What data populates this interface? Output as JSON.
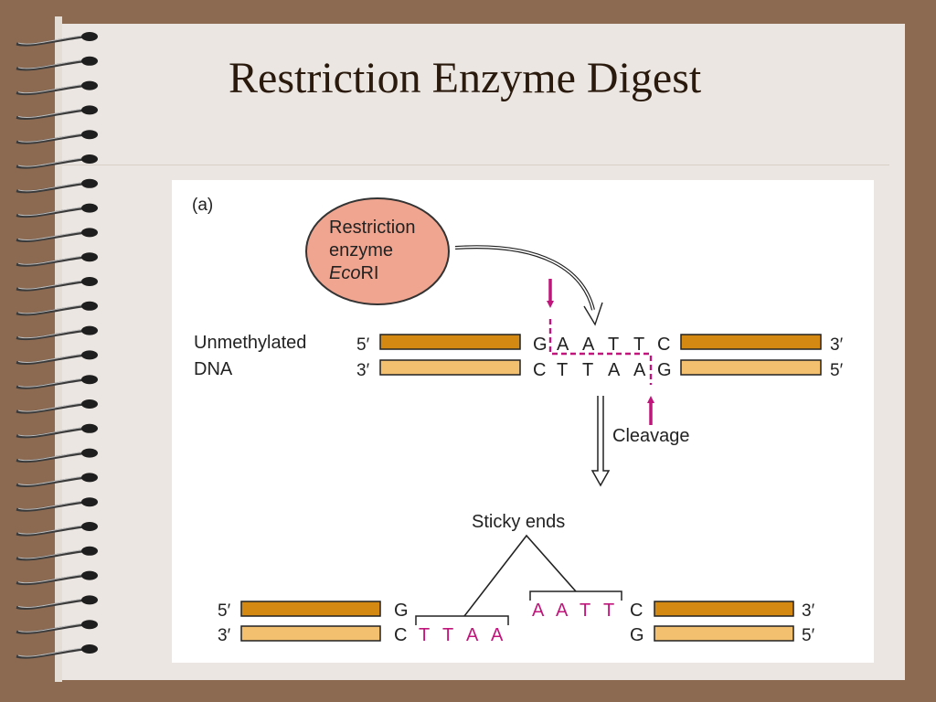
{
  "slide": {
    "title": "Restriction Enzyme Digest"
  },
  "figure": {
    "panel_label": "(a)",
    "enzyme": {
      "line1": "Restriction",
      "line2": "enzyme",
      "name_italic": "Eco",
      "name_roman": "RI"
    },
    "dna_label_line1": "Unmethylated",
    "dna_label_line2": "DNA",
    "top_strand": {
      "left_end": "5′",
      "right_end": "3′",
      "bases": [
        "G",
        "A",
        "A",
        "T",
        "T",
        "C"
      ]
    },
    "bottom_strand": {
      "left_end": "3′",
      "right_end": "5′",
      "bases": [
        "C",
        "T",
        "T",
        "A",
        "A",
        "G"
      ]
    },
    "cleavage_label": "Cleavage",
    "sticky_ends_label": "Sticky ends",
    "product": {
      "top_left_end": "5′",
      "bottom_left_end": "3′",
      "top_right_end": "3′",
      "bottom_right_end": "5′",
      "left_top_base": "G",
      "left_bottom_base": "C",
      "left_overhang": [
        "T",
        "T",
        "A",
        "A"
      ],
      "right_overhang": [
        "A",
        "A",
        "T",
        "T"
      ],
      "right_top_base": "C",
      "right_bottom_base": "G"
    }
  },
  "colors": {
    "strand_dark": "#d48a12",
    "strand_light": "#f3c070",
    "magenta": "#c0157a",
    "enzyme_fill": "#f0a590",
    "background": "#8c6a52",
    "page": "#ebe6e1"
  }
}
